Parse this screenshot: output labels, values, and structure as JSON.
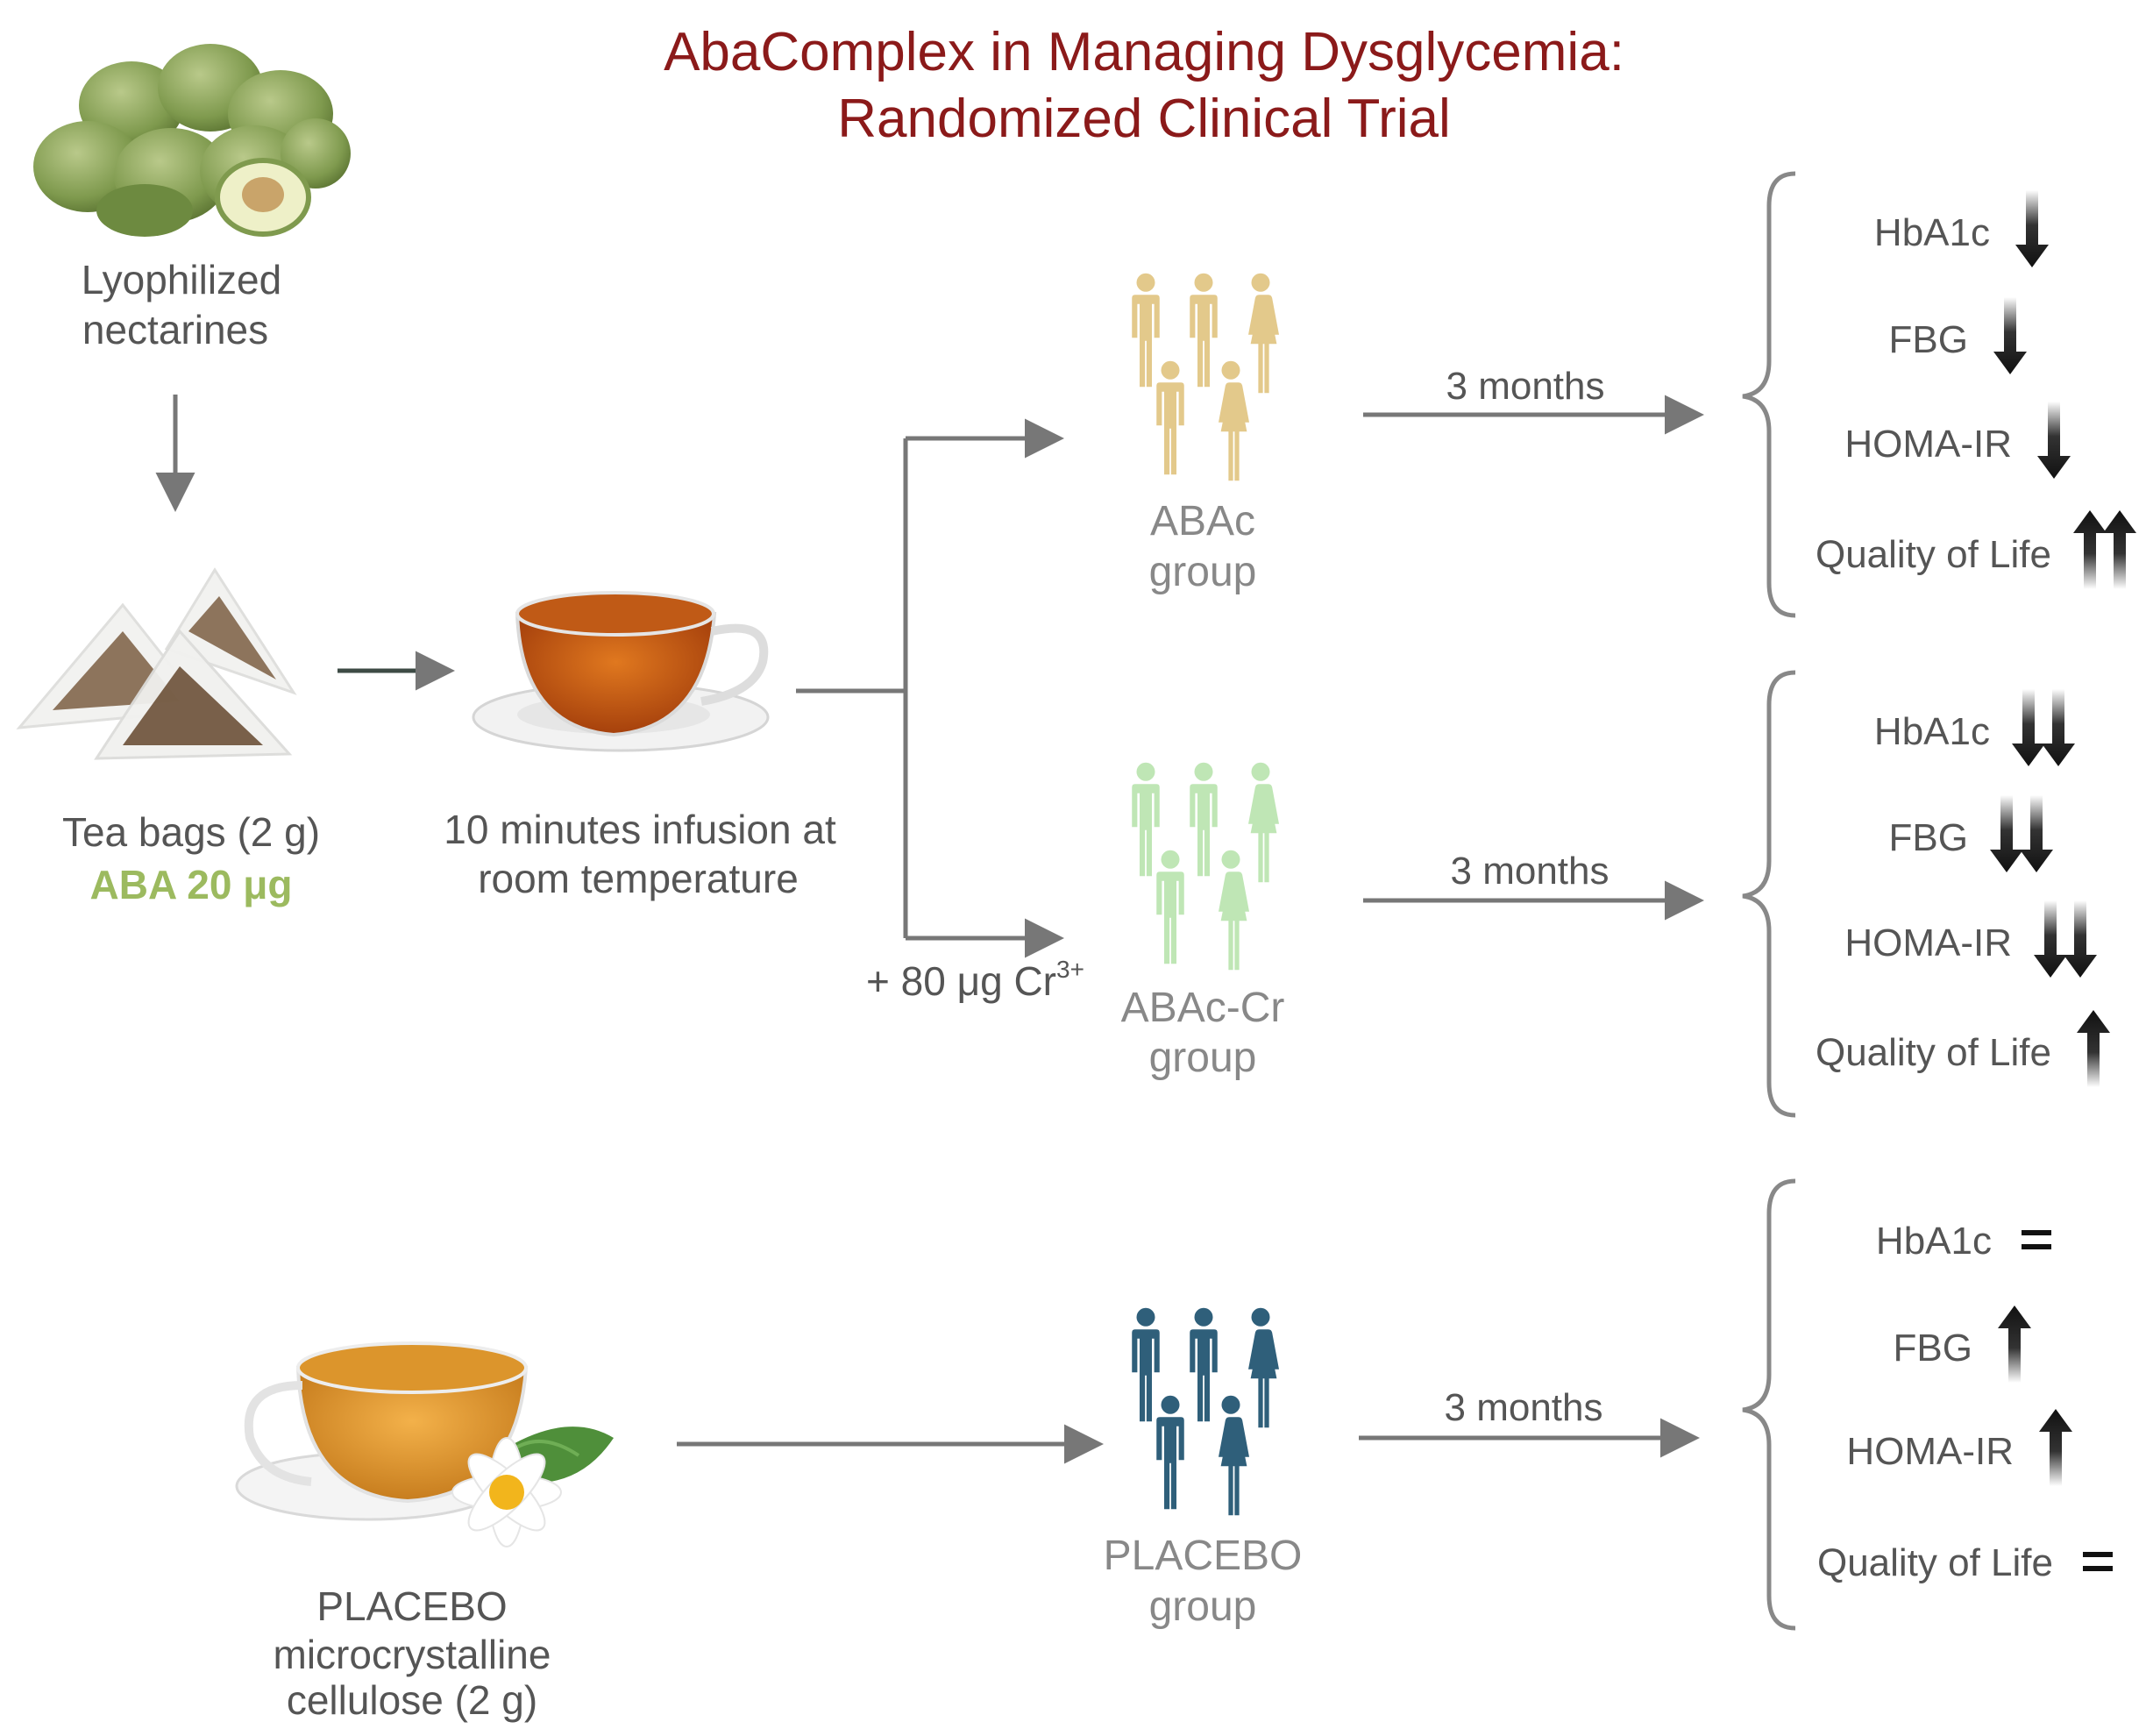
{
  "title": {
    "line1": "AbaComplex in Managing Dysglycemia:",
    "line2": "Randomized Clinical Trial"
  },
  "source": {
    "line1": "Lyophilized",
    "line2": "nectarines"
  },
  "teabags": {
    "label": "Tea bags (2 g)",
    "dose": "ABA 20 μg"
  },
  "infusion": {
    "line1": "10 minutes infusion at",
    "line2": "room temperature"
  },
  "chromium": {
    "text": "+ 80 μg Cr",
    "sup": "3+"
  },
  "placebo_source": {
    "line1": "PLACEBO",
    "line2": "microcrystalline",
    "line3": "cellulose (2 g)"
  },
  "groups": [
    {
      "name_line1": "ABAc",
      "name_line2": "group",
      "color": "#e3c98b",
      "duration": "3 months",
      "outcomes": [
        {
          "label": "HbA1c",
          "effect": "decrease"
        },
        {
          "label": "FBG",
          "effect": "decrease"
        },
        {
          "label": "HOMA-IR",
          "effect": "decrease"
        },
        {
          "label": "Quality of Life",
          "effect": "strong-increase"
        }
      ]
    },
    {
      "name_line1": "ABAc-Cr",
      "name_line2": "group",
      "color": "#bfe6b5",
      "duration": "3 months",
      "outcomes": [
        {
          "label": "HbA1c",
          "effect": "strong-decrease"
        },
        {
          "label": "FBG",
          "effect": "strong-decrease"
        },
        {
          "label": "HOMA-IR",
          "effect": "strong-decrease"
        },
        {
          "label": "Quality of Life",
          "effect": "increase"
        }
      ]
    },
    {
      "name_line1": "PLACEBO",
      "name_line2": "group",
      "color": "#2f5f7a",
      "duration": "3 months",
      "outcomes": [
        {
          "label": "HbA1c",
          "effect": "no-change"
        },
        {
          "label": "FBG",
          "effect": "increase"
        },
        {
          "label": "HOMA-IR",
          "effect": "increase"
        },
        {
          "label": "Quality of Life",
          "effect": "no-change"
        }
      ]
    }
  ],
  "icons": {
    "nectarines": "nectarines-illustration",
    "teabags": "tea-bags-illustration",
    "teacup": "tea-cup-illustration",
    "placebo_cup": "chamomile-tea-cup-illustration",
    "people": "people-group-icon"
  }
}
